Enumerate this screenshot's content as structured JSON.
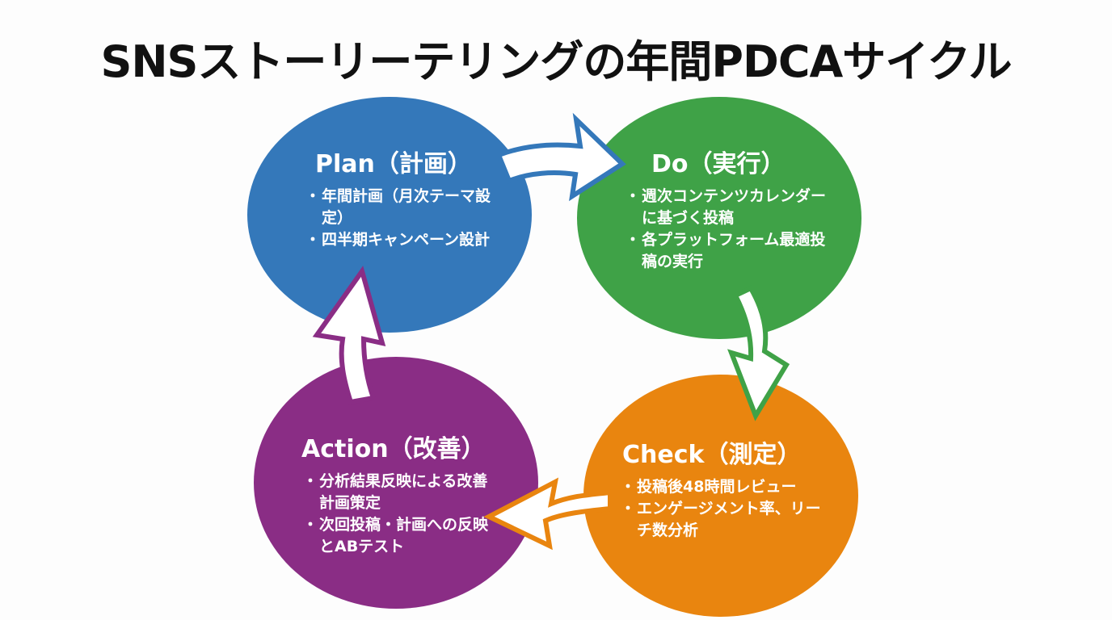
{
  "title": "SNSストーリーテリングの年間PDCAサイクル",
  "colors": {
    "plan": "#3478BA",
    "do": "#3FA247",
    "check": "#E9850F",
    "action": "#8A2D85",
    "arrow_fill": "#FFFFFF",
    "background": "#FDFDFD",
    "title": "#111111"
  },
  "phases": {
    "plan": {
      "heading": "Plan（計画）",
      "bullets": [
        "年間計画（月次テーマ設定）",
        "四半期キャンペーン設計"
      ]
    },
    "do": {
      "heading": "Do（実行）",
      "bullets": [
        "週次コンテンツカレンダーに基づく投稿",
        "各プラットフォーム最適投稿の実行"
      ]
    },
    "check": {
      "heading": "Check（測定）",
      "bullets": [
        "投稿後48時間レビュー",
        "エンゲージメント率、リーチ数分析"
      ]
    },
    "action": {
      "heading": "Action（改善）",
      "bullets": [
        "分析結果反映による改善計画策定",
        "次回投稿・計画への反映とABテスト"
      ]
    }
  },
  "flow": [
    {
      "from": "plan",
      "to": "do"
    },
    {
      "from": "do",
      "to": "check"
    },
    {
      "from": "check",
      "to": "action"
    },
    {
      "from": "action",
      "to": "plan"
    }
  ],
  "bullet_glyph": "・"
}
